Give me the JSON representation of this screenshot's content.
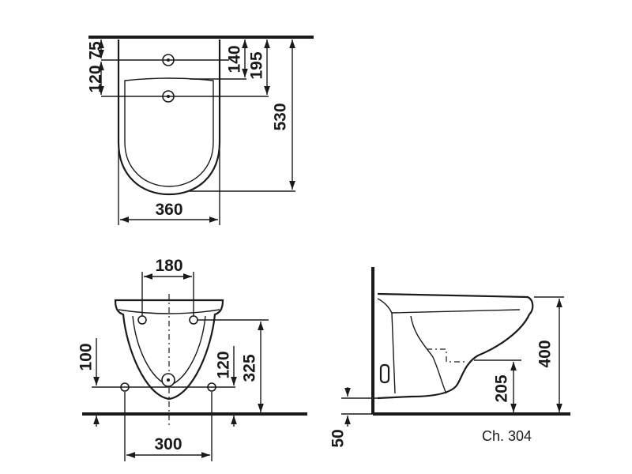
{
  "drawing": {
    "reference": "Ch. 304",
    "top_view": {
      "d_120": "120",
      "d_75": "75",
      "d_140": "140",
      "d_195": "195",
      "d_530": "530",
      "d_360": "360"
    },
    "front_view": {
      "d_180": "180",
      "d_100": "100",
      "d_120": "120",
      "d_325": "325",
      "d_300": "300"
    },
    "side_view": {
      "d_400": "400",
      "d_205": "205",
      "d_50": "50"
    }
  }
}
